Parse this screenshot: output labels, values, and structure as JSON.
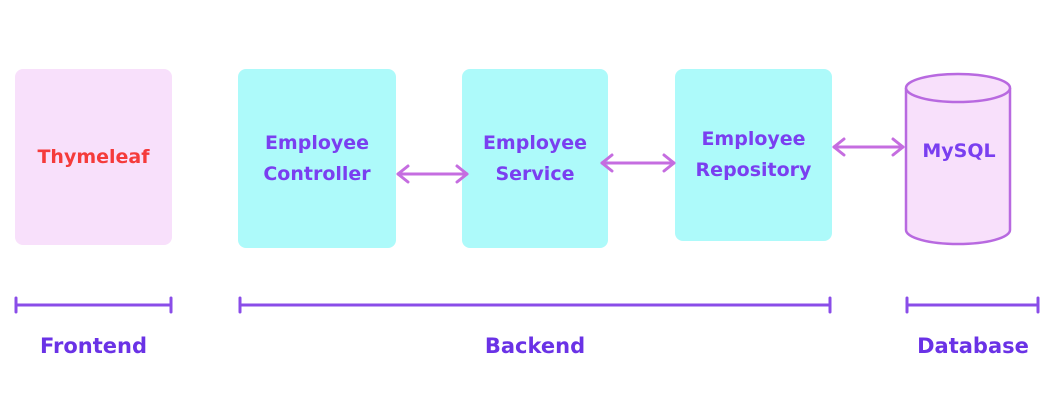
{
  "components": {
    "thymeleaf": "Thymeleaf",
    "controller": "Employee\nController",
    "service": "Employee\nService",
    "repository": "Employee\nRepository",
    "database": "MySQL"
  },
  "tiers": {
    "frontend": "Frontend",
    "backend": "Backend",
    "database": "Database"
  },
  "colors": {
    "frontend_box": "#f8e0fb",
    "backend_box": "#adfafa",
    "database_fill": "#f8e0fb",
    "component_text": "#7a3ff0",
    "frontend_text": "#f53b3b",
    "arrow": "#c56de0",
    "tier_line": "#8a4de8",
    "tier_text": "#6a32e6"
  }
}
